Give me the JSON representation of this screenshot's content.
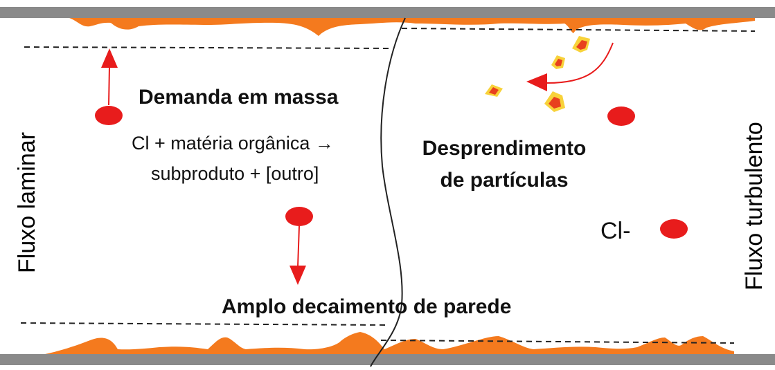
{
  "labels": {
    "laminar_flow": "Fluxo laminar",
    "turbulent_flow": "Fluxo turbulento",
    "mass_demand": "Demanda em massa",
    "reaction_line1": "Cl + matéria orgânica →",
    "reaction_line2": "subproduto + [outro]",
    "detachment_line1": "Desprendimento",
    "detachment_line2": "de partículas",
    "wall_decay": "Amplo decaimento de parede",
    "chlorine": "Cl-"
  },
  "colors": {
    "pipe_wall": "#8a8a8a",
    "biofilm": "#f47a1e",
    "chlorine_dot": "#e81c1c",
    "arrow": "#e81c1c",
    "particle_outer": "#f8d23a",
    "particle_inner": "#e8401e"
  },
  "icons": {
    "chlorine": "red-ellipse",
    "particle": "flame-particle",
    "flow_arrow": "red-arrow"
  }
}
